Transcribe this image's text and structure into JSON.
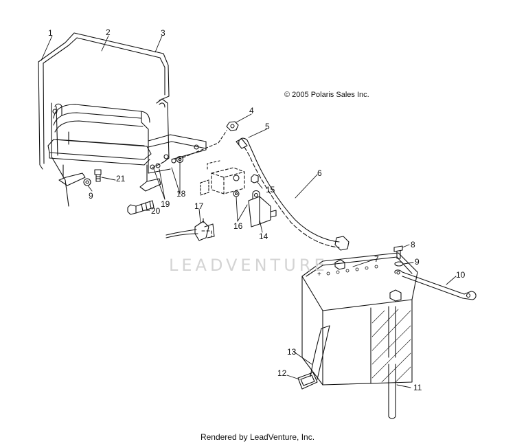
{
  "copyright": "© 2005 Polaris Sales Inc.",
  "watermark": "LEADVENTURE",
  "footer": "Rendered by LeadVenture, Inc.",
  "callouts": [
    {
      "id": "c1",
      "label": "1"
    },
    {
      "id": "c2",
      "label": "2"
    },
    {
      "id": "c3",
      "label": "3"
    },
    {
      "id": "c4",
      "label": "4"
    },
    {
      "id": "c5",
      "label": "5"
    },
    {
      "id": "c6",
      "label": "6"
    },
    {
      "id": "c7",
      "label": "7"
    },
    {
      "id": "c8",
      "label": "8"
    },
    {
      "id": "c9a",
      "label": "9"
    },
    {
      "id": "c9b",
      "label": "9"
    },
    {
      "id": "c10",
      "label": "10"
    },
    {
      "id": "c11",
      "label": "11"
    },
    {
      "id": "c12",
      "label": "12"
    },
    {
      "id": "c13",
      "label": "13"
    },
    {
      "id": "c14",
      "label": "14"
    },
    {
      "id": "c15",
      "label": "15"
    },
    {
      "id": "c16",
      "label": "16"
    },
    {
      "id": "c17",
      "label": "17"
    },
    {
      "id": "c18",
      "label": "18"
    },
    {
      "id": "c19",
      "label": "19"
    },
    {
      "id": "c20",
      "label": "20"
    },
    {
      "id": "c21",
      "label": "21"
    }
  ]
}
